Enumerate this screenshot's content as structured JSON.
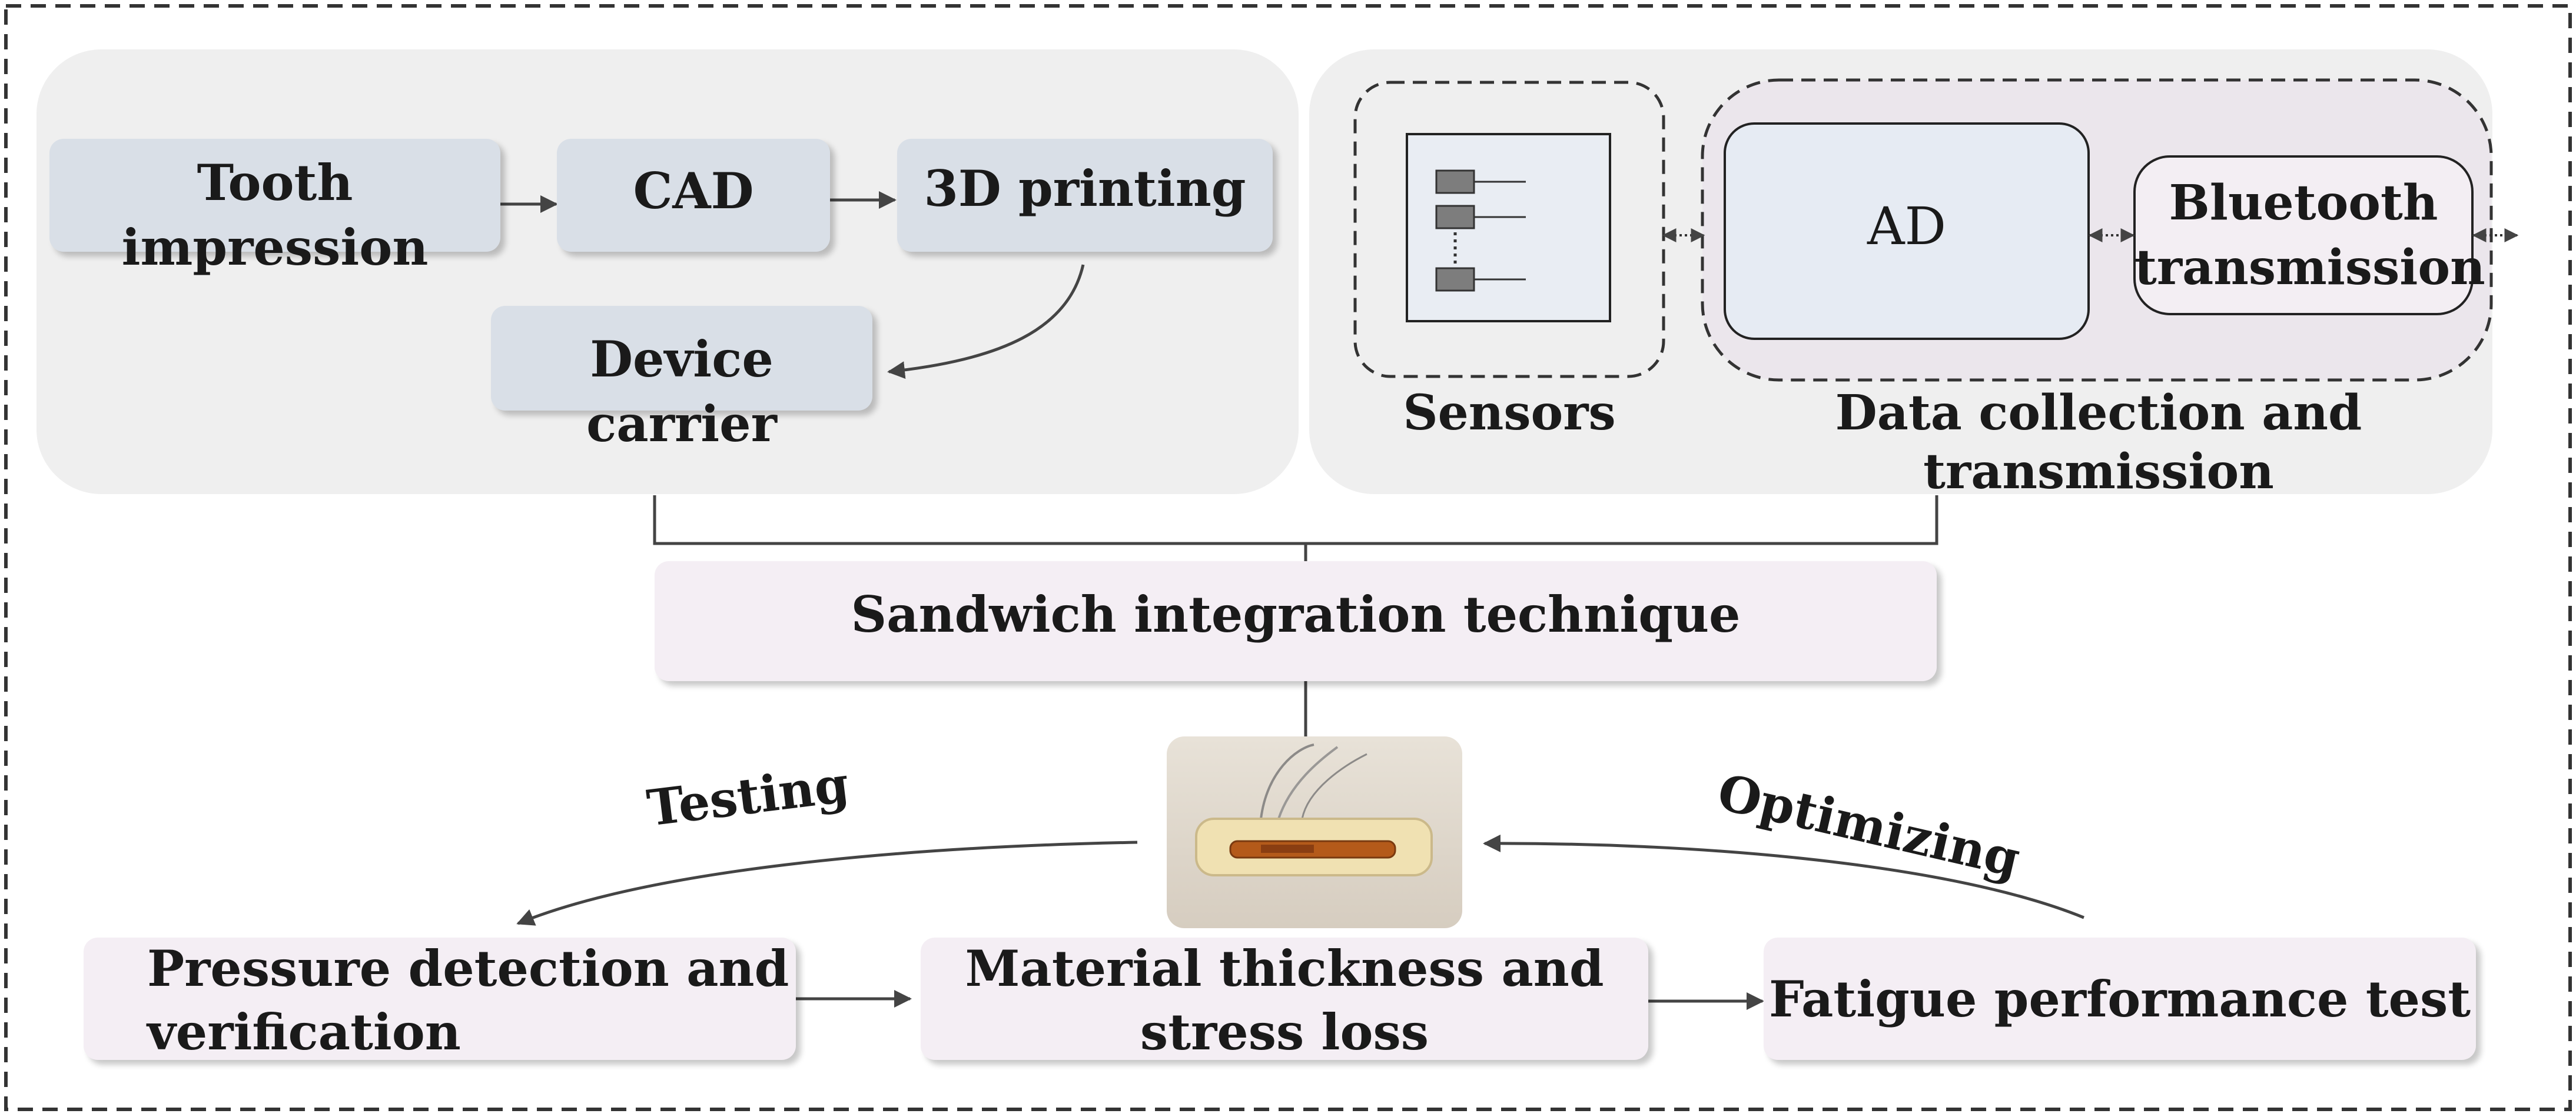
{
  "manufacturing": {
    "tooth_impression": "Tooth impression",
    "cad": "CAD",
    "printing": "3D printing",
    "device_carrier": "Device carrier"
  },
  "electronics": {
    "sensors_label": "Sensors",
    "ad": "AD",
    "bluetooth_line1": "Bluetooth",
    "bluetooth_line2": "transmission",
    "data_label": "Data collection and transmission"
  },
  "integration": {
    "label": "Sandwich integration technique"
  },
  "device_photo": {
    "alt": "Fabricated device"
  },
  "flow": {
    "testing": "Testing",
    "optimizing": "Optimizing",
    "pressure_line1": "Pressure detection and",
    "pressure_line2": "verification",
    "material_line1": "Material thickness and",
    "material_line2": "stress loss",
    "fatigue": "Fatigue performance test"
  },
  "colors": {
    "panel": "#efefef",
    "blue_box": "#d9dfe7",
    "pink_box": "#f4eef4",
    "sensor_fill": "#e9edf3",
    "ad_fill": "#e6ebf3"
  }
}
